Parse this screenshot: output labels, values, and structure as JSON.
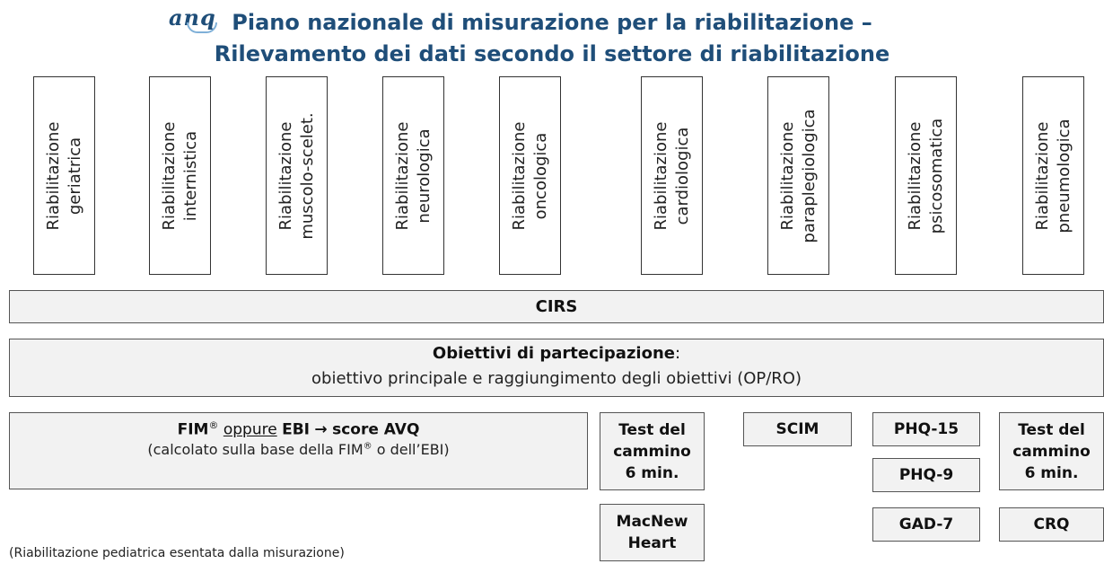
{
  "header": {
    "logo_text": "anq",
    "title_line1": "Piano nazionale di misurazione per la riabilitazione –",
    "title_line2": "Rilevamento dei dati secondo il settore di riabilitazione"
  },
  "sectors": [
    {
      "line1": "Riabilitazione",
      "line2": "geriatrica"
    },
    {
      "line1": "Riabilitazione",
      "line2": "internistica"
    },
    {
      "line1": "Riabilitazione",
      "line2": "muscolo-scelet."
    },
    {
      "line1": "Riabilitazione",
      "line2": "neurologica"
    },
    {
      "line1": "Riabilitazione",
      "line2": "oncologica"
    },
    {
      "line1": "Riabilitazione",
      "line2": "cardiologica"
    },
    {
      "line1": "Riabilitazione",
      "line2": "paraplegiologica"
    },
    {
      "line1": "Riabilitazione",
      "line2": "psicosomatica"
    },
    {
      "line1": "Riabilitazione",
      "line2": "pneumologica"
    }
  ],
  "cirs": "CIRS",
  "objectives": {
    "title": "Obiettivi di partecipazione",
    "colon": ":",
    "subtitle": "obiettivo principale e raggiungimento degli obiettivi (OP/RO)"
  },
  "fim": {
    "fim": "FIM",
    "reg": "®",
    "oppure": "oppure",
    "ebi": "EBI",
    "arrow": "→",
    "score": "score AVQ",
    "line2_a": "(calcolato sulla base della FIM",
    "line2_reg": "®",
    "line2_b": " o dell’EBI)"
  },
  "instruments": {
    "cardio_test": {
      "l1": "Test del",
      "l2": "cammino",
      "l3": "6 min."
    },
    "macnew": {
      "l1": "MacNew",
      "l2": "Heart"
    },
    "scim": "SCIM",
    "phq15": "PHQ-15",
    "phq9": "PHQ-9",
    "gad7": "GAD-7",
    "pneumo_test": {
      "l1": "Test del",
      "l2": "cammino",
      "l3": "6 min."
    },
    "crq": "CRQ"
  },
  "footer": "(Riabilitazione pediatrica esentata dalla misurazione)"
}
